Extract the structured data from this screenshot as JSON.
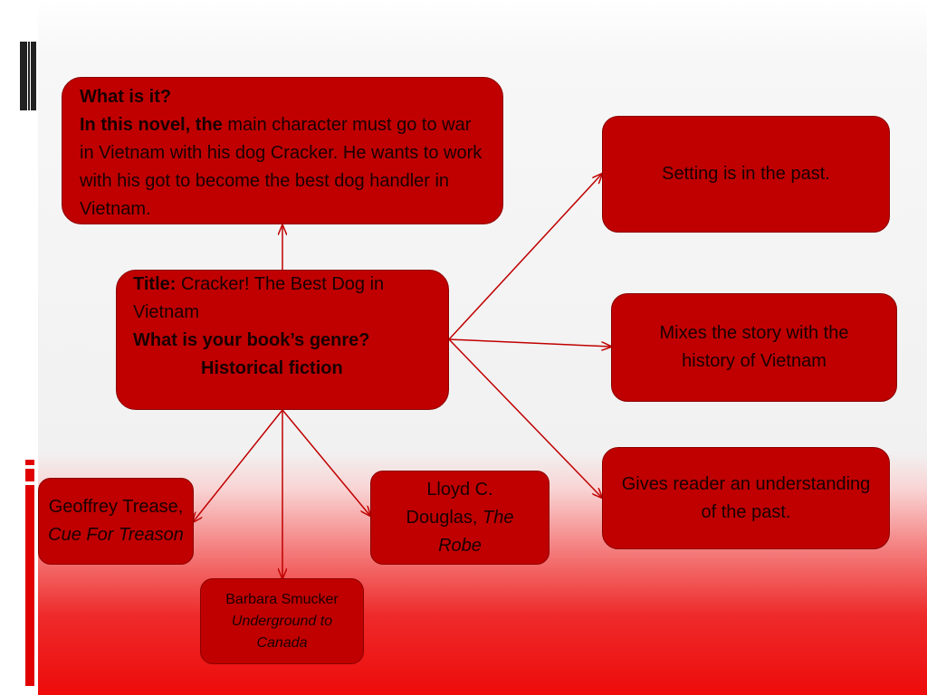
{
  "theme": {
    "box_fill": "#c00000",
    "box_border": "#8b0000",
    "text": "#1a0000",
    "arrow": "#c00000"
  },
  "what_is_it": {
    "heading": "What is it?",
    "lead": "In this novel, the",
    "text": " main character must go to war in Vietnam with his dog Cracker. He wants to work with his got to become the best dog handler in Vietnam."
  },
  "central": {
    "title_label": "Title:",
    "title_value": " Cracker! The Best Dog in Vietnam",
    "genre_question": "What is your book’s genre?",
    "genre_answer": "Historical fiction"
  },
  "features": [
    {
      "text": "Setting is in the past."
    },
    {
      "text": "Mixes the story with the history of Vietnam"
    },
    {
      "text": "Gives reader an understanding of the past."
    }
  ],
  "examples": [
    {
      "author": "Geoffrey Trease,",
      "book": "Cue For Treason"
    },
    {
      "author": "Lloyd C. Douglas,",
      "book": "The Robe"
    },
    {
      "author": "Barbara Smucker",
      "book": "Underground to Canada"
    }
  ]
}
